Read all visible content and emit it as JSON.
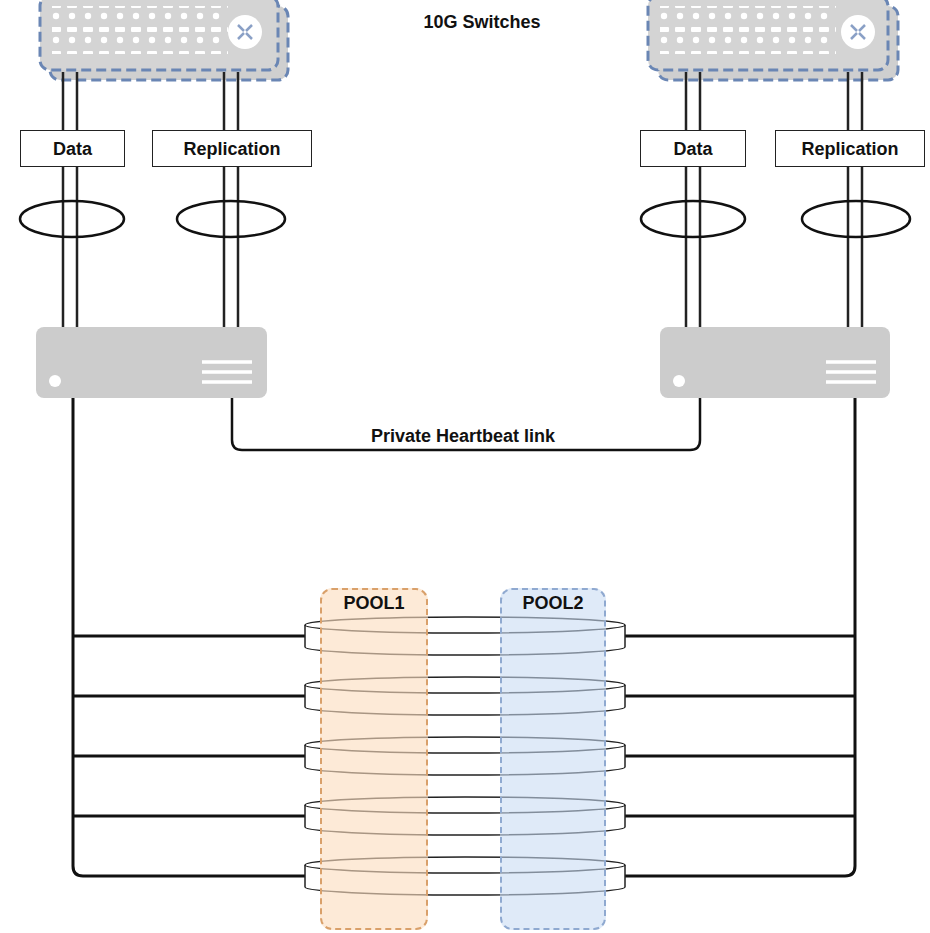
{
  "diagram": {
    "nodes": [
      {
        "text": [
          "Data"
        ]
      },
      {
        "text": [
          "Replication"
        ]
      },
      {
        "text": [
          "Data"
        ]
      },
      {
        "text": [
          "Replication"
        ]
      },
      {
        "text": [
          "POOL1"
        ]
      },
      {
        "text": [
          "POOL2"
        ]
      }
    ],
    "labels": [
      "10G Switches",
      "Private Heartbeat link"
    ]
  }
}
